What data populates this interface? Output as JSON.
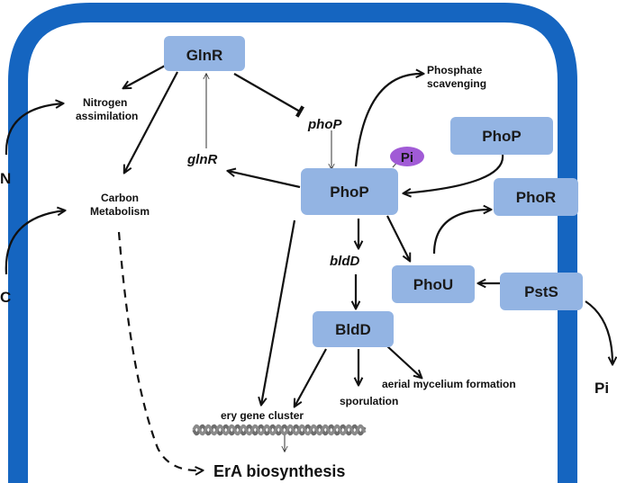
{
  "colors": {
    "cell_wall": "#1565c0",
    "box_fill": "#93b4e3",
    "pi_fill": "#a15bd6",
    "dna_strand": "#6d6d6d"
  },
  "boxes": {
    "glnr_protein": "GlnR",
    "phop_main": "PhoP",
    "phop_top_right": "PhoP",
    "phor": "PhoR",
    "phou": "PhoU",
    "psts": "PstS",
    "bldd_protein": "BldD"
  },
  "pi_bubble": "Pi",
  "labels": {
    "nitrogen_line1": "Nitrogen",
    "nitrogen_line2": "assimilation",
    "carbon_line1": "Carbon",
    "carbon_line2": "Metabolism",
    "phosphate_line1": "Phosphate",
    "phosphate_line2": "scavenging",
    "phop_gene": "phoP",
    "glnr_gene": "glnR",
    "bldd_gene": "bldD",
    "aerial": "aerial mycelium formation",
    "sporulation": "sporulation",
    "ery_cluster": "ery  gene cluster",
    "era": "ErA  biosynthesis"
  },
  "external": {
    "n": "N",
    "c": "C",
    "pi": "Pi"
  },
  "icons": [
    "dna-helix-icon",
    "phosphate-bubble-icon"
  ]
}
